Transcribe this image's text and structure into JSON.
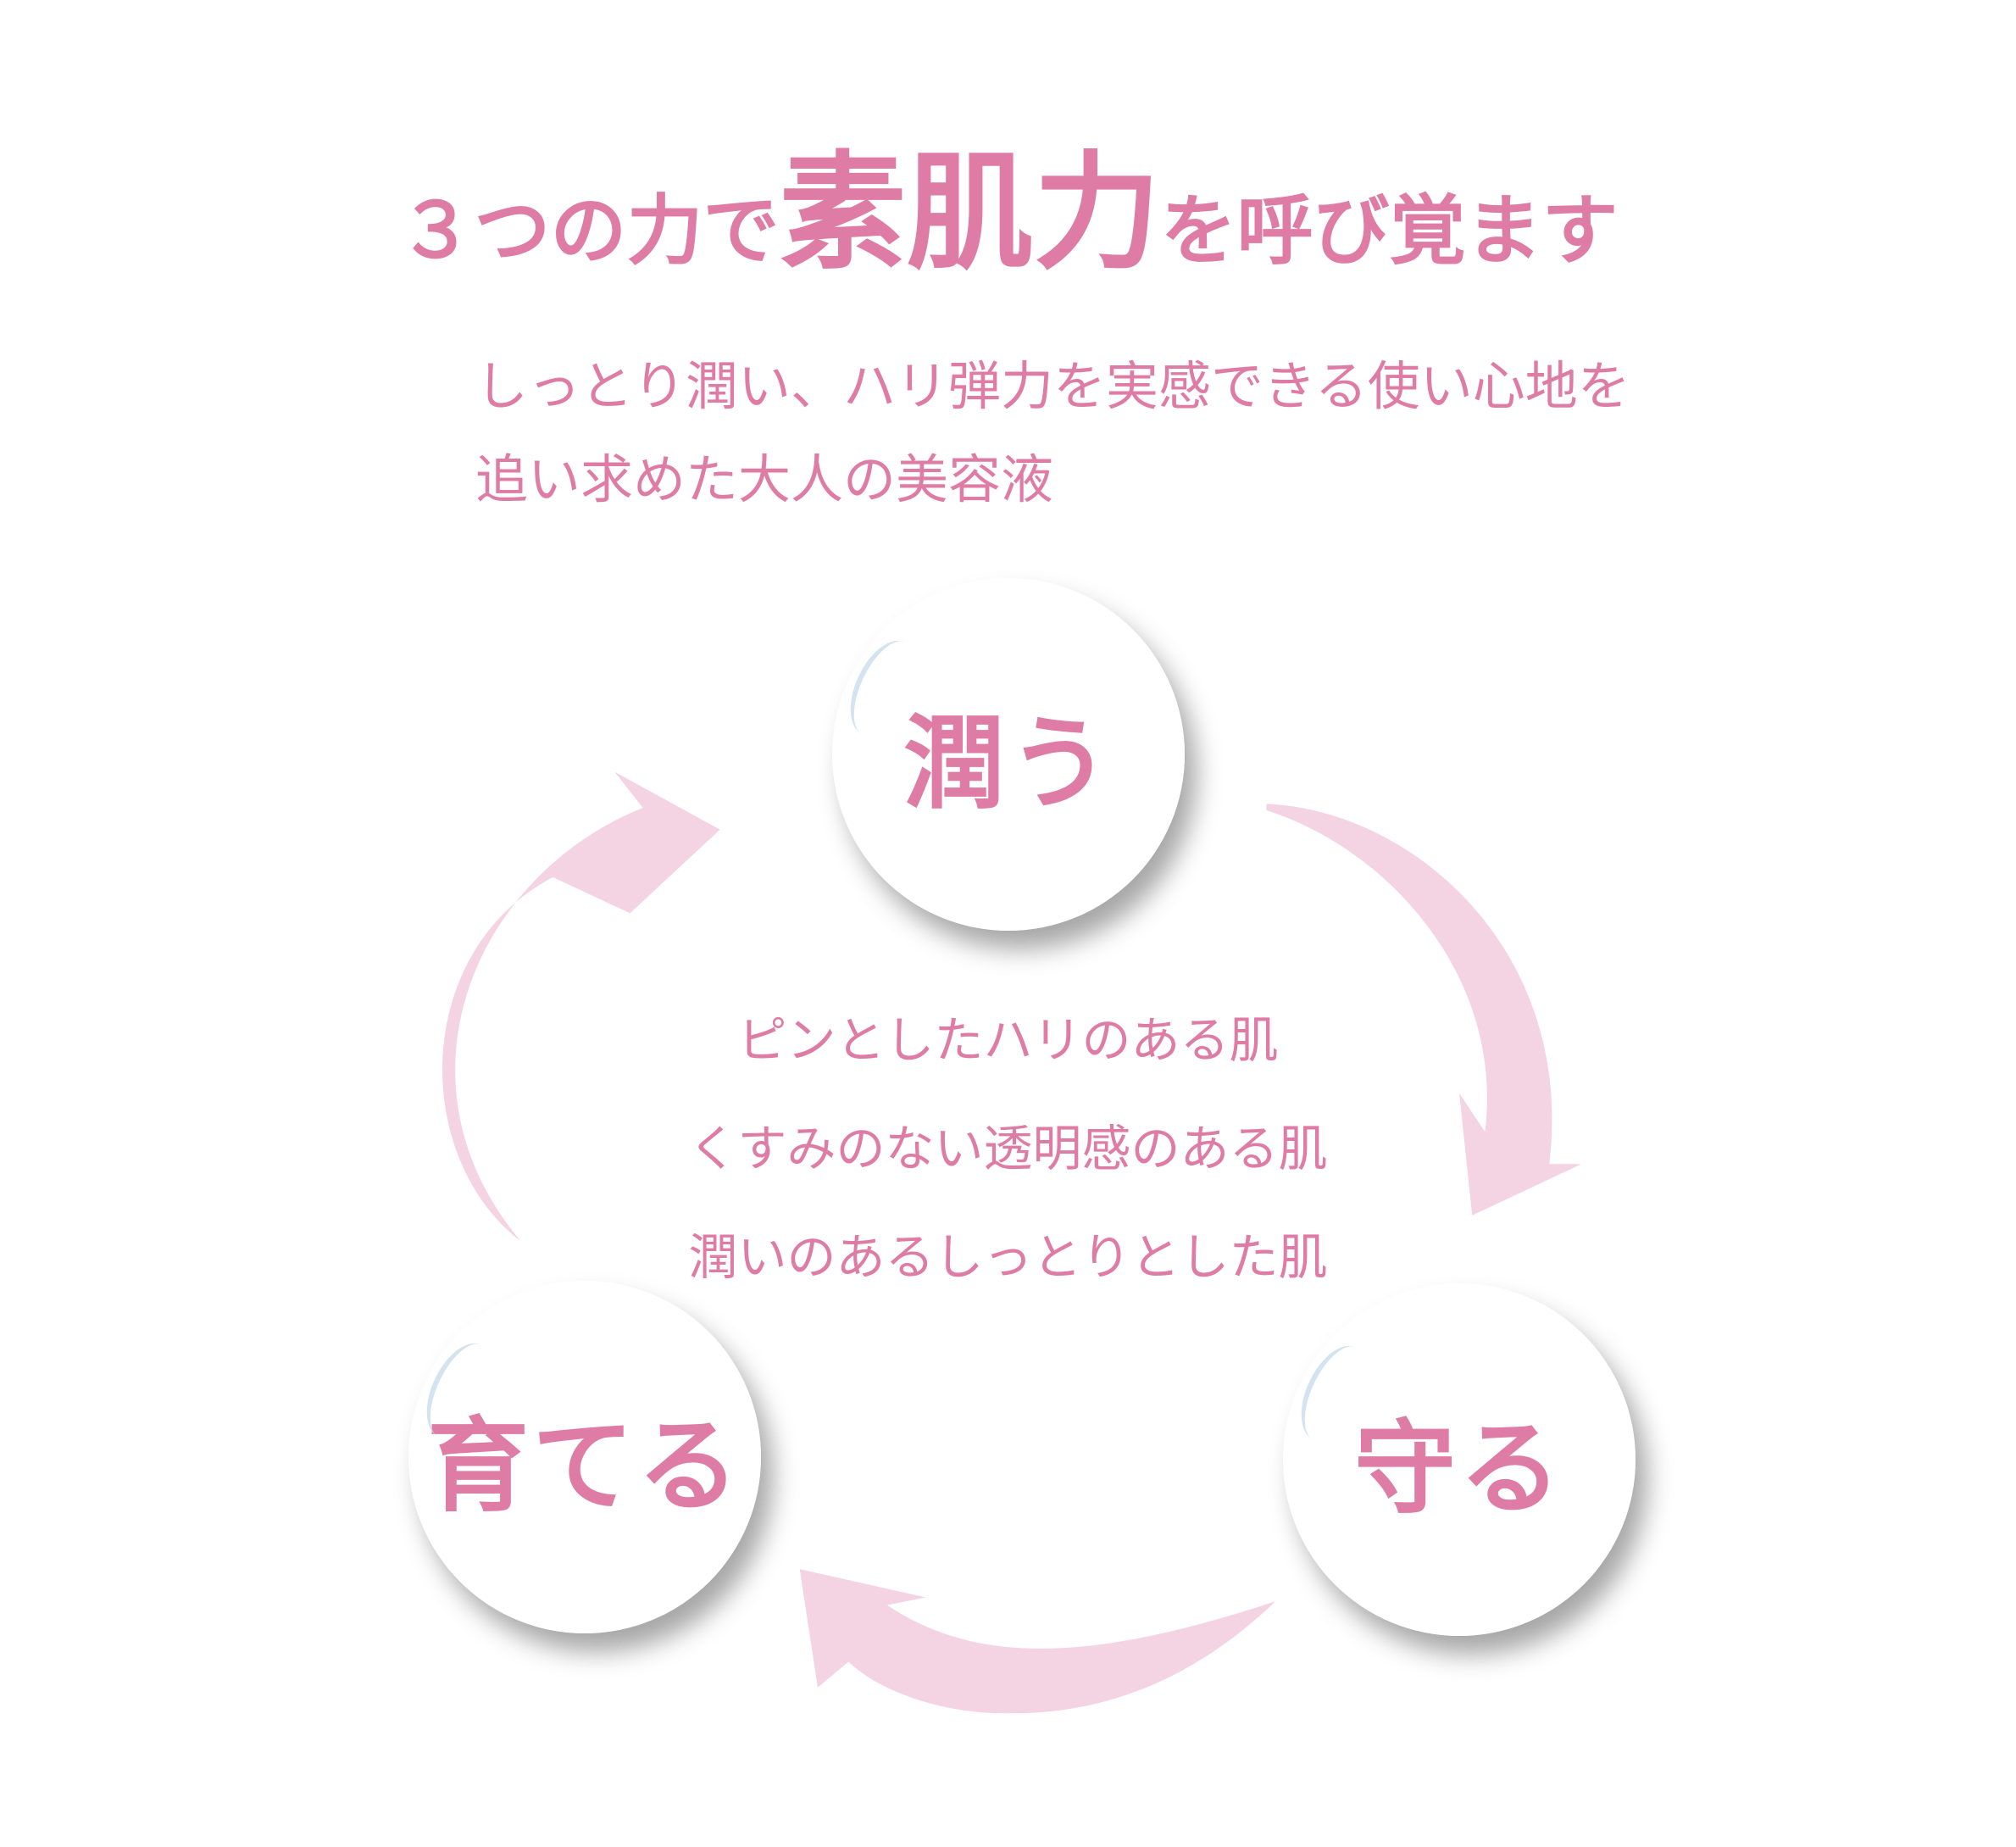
{
  "title": {
    "prefix": "３つの力で",
    "emphasis": "素肌力",
    "suffix": "を呼び覚ます"
  },
  "subtitle": [
    "しっとり潤い、ハリ弾力を実感できる使い心地を",
    "追い求めた大人の美容液"
  ],
  "cycle": {
    "top": "潤う",
    "right": "守る",
    "left": "育てる"
  },
  "center_lines": [
    "ピンとしたハリのある肌",
    "くすみのない透明感のある肌",
    "潤いのあるしっとりとした肌"
  ],
  "colors": {
    "text": "#df7ca6",
    "arrow": "#f4d3e3"
  }
}
